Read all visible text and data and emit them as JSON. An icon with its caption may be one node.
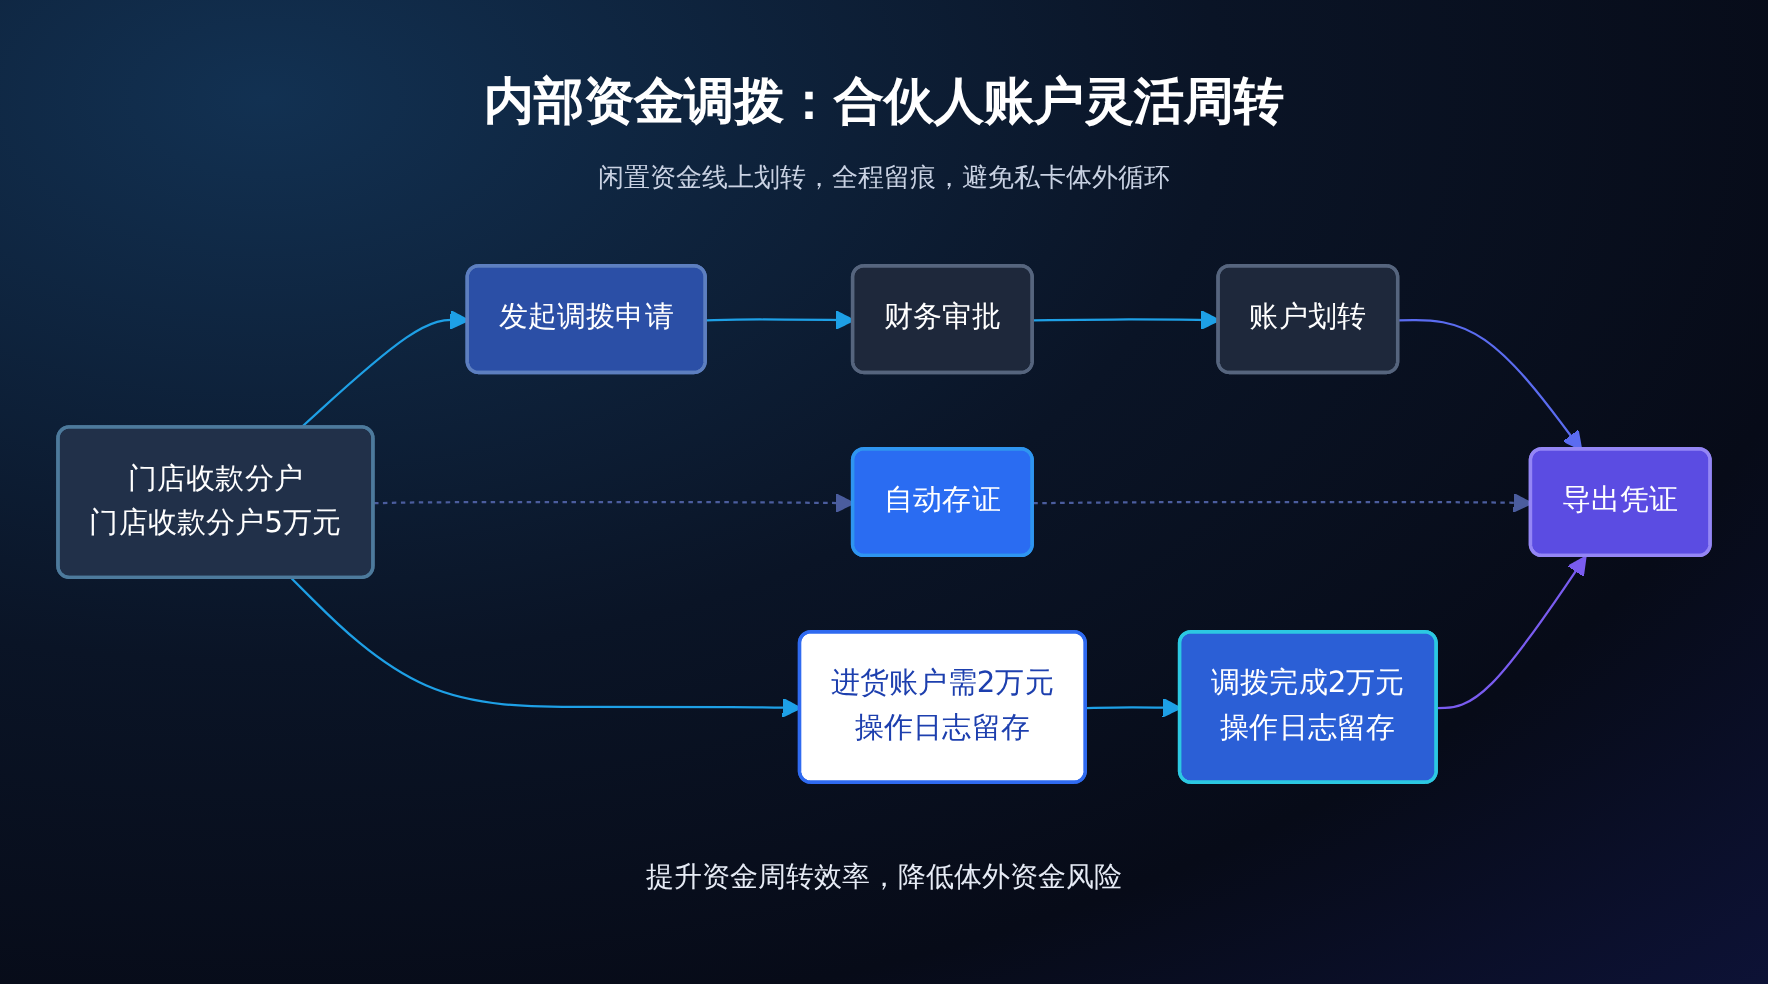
{
  "diagram": {
    "title": "内部资金调拨：合伙人账户灵活周转",
    "caption": "提升资金周转效率，降低体外资金风险",
    "nodes": [
      {
        "text": [
          "门店收款分户",
          "门店收款分户5万元"
        ]
      },
      {
        "text": [
          "发起调拨申请"
        ]
      },
      {
        "text": [
          "财务审批"
        ]
      },
      {
        "text": [
          "账户划转"
        ]
      },
      {
        "text": [
          "自动存证"
        ]
      },
      {
        "text": [
          "导出凭证"
        ]
      },
      {
        "text": [
          "进货账户需2万元",
          "操作日志留存"
        ]
      },
      {
        "text": [
          "调拨完成2万元",
          "操作日志留存"
        ]
      }
    ],
    "edges": [
      {
        "from": 0,
        "to": 1,
        "arrow": "to"
      },
      {
        "from": 1,
        "to": 2,
        "arrow": "to"
      },
      {
        "from": 2,
        "to": 3,
        "arrow": "to"
      },
      {
        "from": 3,
        "to": 5,
        "arrow": "to",
        "color": "#5b6cf0"
      },
      {
        "from": 0,
        "to": 4,
        "arrow": "to",
        "style": "dashed",
        "color": "#4b5d9e"
      },
      {
        "from": 4,
        "to": 5,
        "arrow": "to",
        "style": "dashed",
        "color": "#4b5d9e"
      },
      {
        "from": 0,
        "to": 6,
        "arrow": "to"
      },
      {
        "from": 6,
        "to": 7,
        "arrow": "to"
      },
      {
        "from": 7,
        "to": 5,
        "arrow": "to",
        "color": "#7a5cf0"
      }
    ],
    "labels": [
      "闲置资金线上划转，全程留痕，避免私卡体外循环"
    ]
  }
}
